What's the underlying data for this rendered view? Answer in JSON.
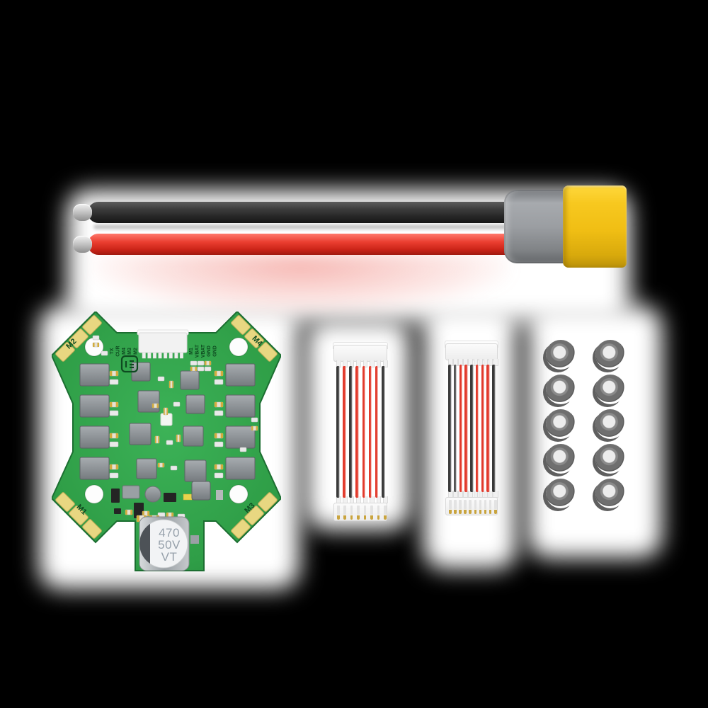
{
  "scene": {
    "background_color": "#000000",
    "surface_color": "#ffffff"
  },
  "power_lead": {
    "negative_wire_color": "#2e2e2e",
    "positive_wire_color": "#e23a2c",
    "stripped_tip_color": "#c9c9c9",
    "connector": {
      "body_color": "#f3c41a",
      "cap_color": "#95989c"
    }
  },
  "esc_board": {
    "pcb_color": "#2f9e47",
    "pad_color": "#e8d781",
    "mosfet_color": "#8d9296",
    "silk_color": "#0e4a20",
    "silkscreen": {
      "corner_labels": {
        "top_left": "M2",
        "top_right": "M4",
        "bottom_left": "M1",
        "bottom_right": "M3"
      },
      "header_left_labels": [
        "TX",
        "CUR",
        "M4",
        "M3",
        "M2"
      ],
      "header_right_labels": [
        "M1",
        "VBAT",
        "VBAT",
        "GND",
        "GND"
      ]
    },
    "capacitor": {
      "line1": "470",
      "line2": "50V",
      "line3": "VT",
      "sleeve_color": "#f2f3f5",
      "stripe_color": "#4d5257",
      "text_color": "#96a0aa"
    }
  },
  "cables": [
    {
      "pins": 8,
      "wire_colors": [
        "#3a3a3a",
        "#e23a2c",
        "#3a3a3a",
        "#e23a2c",
        "#e23a2c",
        "#e23a2c",
        "#e23a2c",
        "#3a3a3a"
      ]
    },
    {
      "pins": 10,
      "wire_colors": [
        "#3a3a3a",
        "#555555",
        "#e23a2c",
        "#e23a2c",
        "#3a3a3a",
        "#e23a2c",
        "#e23a2c",
        "#e23a2c",
        "#3a3a3a"
      ]
    }
  ],
  "grommets": {
    "count": 10,
    "rows": 5,
    "columns": 2,
    "ring_color": "#6f6f6f",
    "hole_color": "#ececec"
  }
}
